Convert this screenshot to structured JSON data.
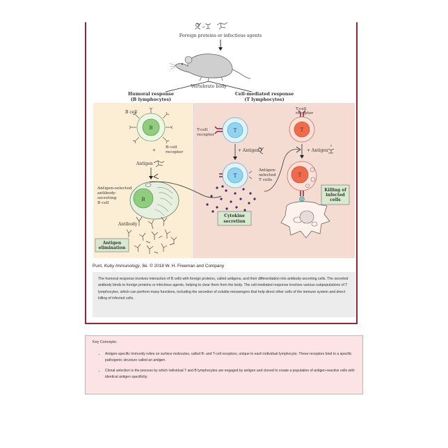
{
  "figure": {
    "top_label": "Foreign proteins or infectious agents",
    "body_label": "Vertebrate body",
    "humoral_title": "Humoral response",
    "humoral_sub": "(B lymphocytes)",
    "cell_title": "Cell-mediated response",
    "cell_sub": "(T lymphocytes)",
    "b_cell": "B cell",
    "b_letter": "B",
    "b_receptor_1": "B-cell",
    "b_receptor_2": "receptor",
    "plus": "+",
    "antigen": "Antigen",
    "selected_b_1": "Antigen-selected",
    "selected_b_2": "antibody-",
    "selected_b_3": "secreting",
    "selected_b_4": "B cell",
    "antibody": "Antibody",
    "elim_1": "Antigen",
    "elim_2": "elimination",
    "t_letter": "T",
    "t_receptor_1": "T-cell",
    "t_receptor_2": "receptor",
    "plus_antigen": "+ Antigen",
    "selected_t_1": "Antigen-",
    "selected_t_2": "selected",
    "selected_t_3": "T cells",
    "cytokine_1": "Cytokine",
    "cytokine_2": "secretion",
    "killing_1": "Killing of",
    "killing_2": "infected",
    "killing_3": "cells"
  },
  "credit": {
    "prefix": "Punt, ",
    "book": "Kuby Immunology",
    "suffix": ", 8e. © 2018 W. H. Freeman and Company"
  },
  "caption": "The humoral response involves interaction of B cells with foreign proteins, called antigens, and their differentiation into antibody-secreting cells. The secreted antibody binds to foreign proteins or infectious agents, helping to clear them from the body. The cell-mediated response involves various subpopulations of T lymphocytes, which can perform many functions, including the secretion of soluble messengers that help direct other cells of the immune system and direct killing of infected cells.",
  "key_concepts": {
    "title": "Key Concepts:",
    "item1_text": "Antigen-specific immunity relies on surface molecules, called B- and T-cell receptors, unique to each individual lymphocyte. These receptors bind to a specific pathogenic structure called an ",
    "item1_em": "antigen",
    "item1_end": ".",
    "item2": "Clonal selection is the process by which individual T and B lymphocytes are engaged by antigen and cloned to create a population of antigen-reactive cells with identical antigen specificity."
  },
  "colors": {
    "frame": "#9b2335",
    "humoral_panel": "#fbeed5",
    "cell_panel": "#f5dcd3",
    "b_cell": "#8fce7d",
    "t_cell": "#8fd4f0",
    "killer_t": "#f16a4a",
    "label_box": "#d7ead0",
    "concepts_bg": "#fbe3e6"
  }
}
